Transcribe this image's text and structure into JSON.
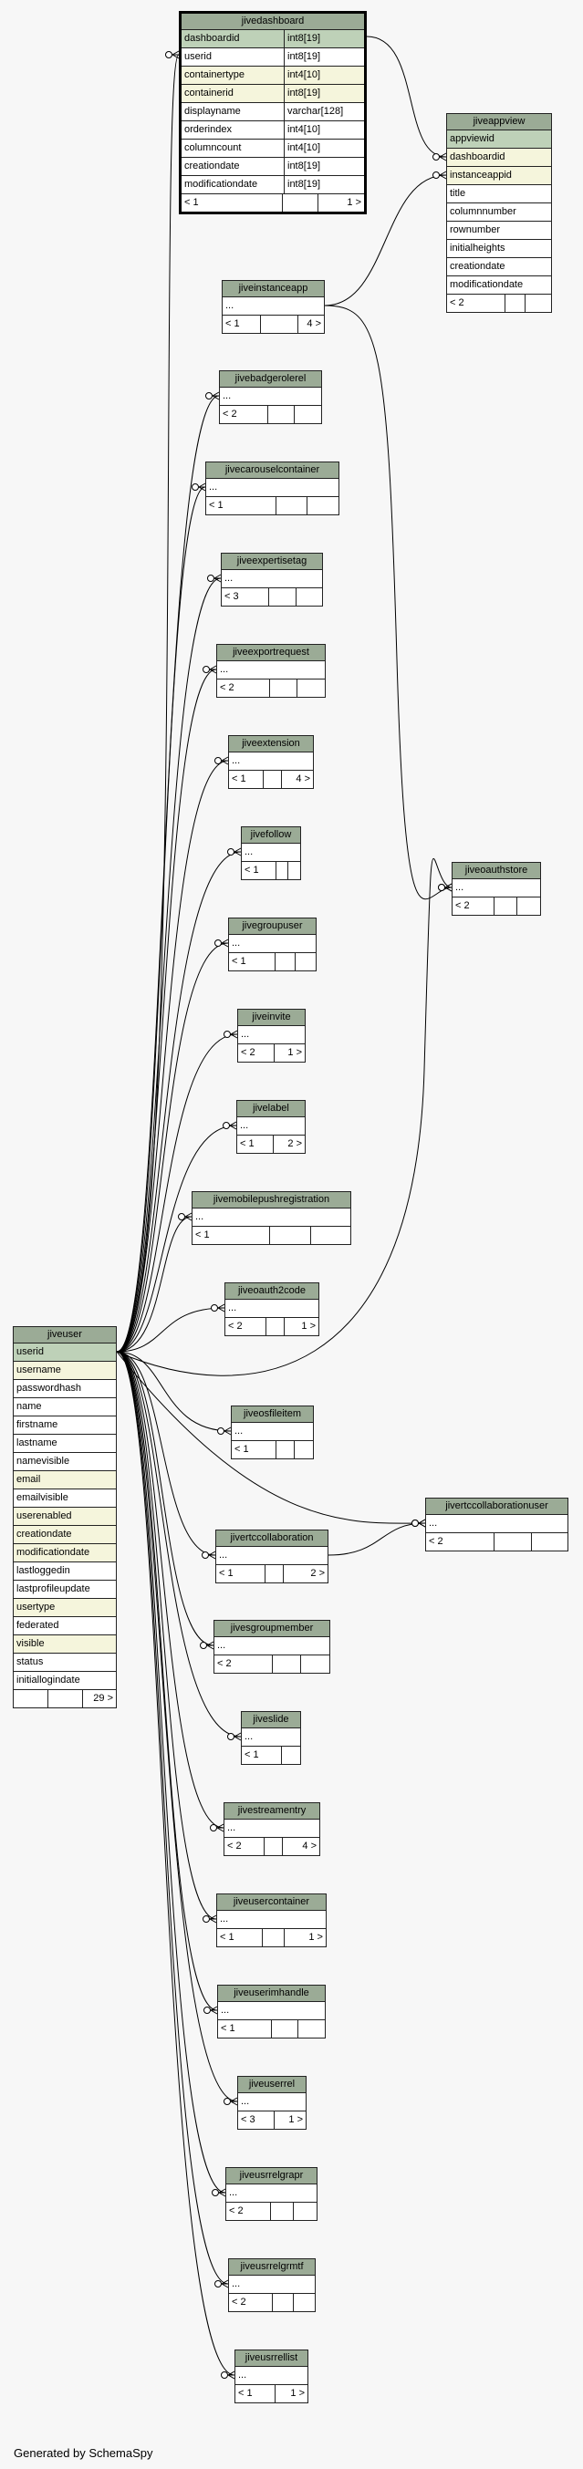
{
  "footer": "Generated by SchemaSpy",
  "tables": {
    "jivedashboard": {
      "name": "jivedashboard",
      "columns": [
        {
          "name": "dashboardid",
          "type": "int8[19]",
          "kind": "pk"
        },
        {
          "name": "userid",
          "type": "int8[19]",
          "kind": ""
        },
        {
          "name": "containertype",
          "type": "int4[10]",
          "kind": "idx"
        },
        {
          "name": "containerid",
          "type": "int8[19]",
          "kind": "idx"
        },
        {
          "name": "displayname",
          "type": "varchar[128]",
          "kind": ""
        },
        {
          "name": "orderindex",
          "type": "int4[10]",
          "kind": ""
        },
        {
          "name": "columncount",
          "type": "int4[10]",
          "kind": ""
        },
        {
          "name": "creationdate",
          "type": "int8[19]",
          "kind": ""
        },
        {
          "name": "modificationdate",
          "type": "int8[19]",
          "kind": ""
        }
      ],
      "footer": [
        "< 1",
        "",
        "1 >"
      ]
    },
    "jiveappview": {
      "name": "jiveappview",
      "columns": [
        {
          "name": "appviewid",
          "kind": "pk"
        },
        {
          "name": "dashboardid",
          "kind": "idx"
        },
        {
          "name": "instanceappid",
          "kind": "idx"
        },
        {
          "name": "title",
          "kind": ""
        },
        {
          "name": "columnnumber",
          "kind": ""
        },
        {
          "name": "rownumber",
          "kind": ""
        },
        {
          "name": "initialheights",
          "kind": ""
        },
        {
          "name": "creationdate",
          "kind": ""
        },
        {
          "name": "modificationdate",
          "kind": ""
        }
      ],
      "footer": [
        "< 2",
        "",
        ""
      ]
    },
    "jiveinstanceapp": {
      "name": "jiveinstanceapp",
      "columns": [
        {
          "name": "..."
        }
      ],
      "footer": [
        "< 1",
        "",
        "4 >"
      ]
    },
    "jivebadgerolerel": {
      "name": "jivebadgerolerel",
      "columns": [
        {
          "name": "..."
        }
      ],
      "footer": [
        "< 2",
        "",
        ""
      ]
    },
    "jivecarouselcontainer": {
      "name": "jivecarouselcontainer",
      "columns": [
        {
          "name": "..."
        }
      ],
      "footer": [
        "< 1",
        "",
        ""
      ]
    },
    "jiveexpertisetag": {
      "name": "jiveexpertisetag",
      "columns": [
        {
          "name": "..."
        }
      ],
      "footer": [
        "< 3",
        "",
        ""
      ]
    },
    "jiveexportrequest": {
      "name": "jiveexportrequest",
      "columns": [
        {
          "name": "..."
        }
      ],
      "footer": [
        "< 2",
        "",
        ""
      ]
    },
    "jiveextension": {
      "name": "jiveextension",
      "columns": [
        {
          "name": "..."
        }
      ],
      "footer": [
        "< 1",
        "",
        "4 >"
      ]
    },
    "jivefollow": {
      "name": "jivefollow",
      "columns": [
        {
          "name": "..."
        }
      ],
      "footer": [
        "< 1",
        "",
        ""
      ]
    },
    "jivegroupuser": {
      "name": "jivegroupuser",
      "columns": [
        {
          "name": "..."
        }
      ],
      "footer": [
        "< 1",
        "",
        ""
      ]
    },
    "jiveinvite": {
      "name": "jiveinvite",
      "columns": [
        {
          "name": "..."
        }
      ],
      "footer": [
        "< 2",
        "1 >"
      ]
    },
    "jivelabel": {
      "name": "jivelabel",
      "columns": [
        {
          "name": "..."
        }
      ],
      "footer": [
        "< 1",
        "2 >"
      ]
    },
    "jivemobilepushregistration": {
      "name": "jivemobilepushregistration",
      "columns": [
        {
          "name": "..."
        }
      ],
      "footer": [
        "< 1",
        "",
        ""
      ]
    },
    "jiveoauth2code": {
      "name": "jiveoauth2code",
      "columns": [
        {
          "name": "..."
        }
      ],
      "footer": [
        "< 2",
        "",
        "1 >"
      ]
    },
    "jiveoauthstore": {
      "name": "jiveoauthstore",
      "columns": [
        {
          "name": "..."
        }
      ],
      "footer": [
        "< 2",
        "",
        ""
      ]
    },
    "jiveosfileitem": {
      "name": "jiveosfileitem",
      "columns": [
        {
          "name": "..."
        }
      ],
      "footer": [
        "< 1",
        "",
        ""
      ]
    },
    "jivertccollaboration": {
      "name": "jivertccollaboration",
      "columns": [
        {
          "name": "..."
        }
      ],
      "footer": [
        "< 1",
        "",
        "2 >"
      ]
    },
    "jivertccollaborationuser": {
      "name": "jivertccollaborationuser",
      "columns": [
        {
          "name": "..."
        }
      ],
      "footer": [
        "< 2",
        "",
        ""
      ]
    },
    "jivesgroupmember": {
      "name": "jivesgroupmember",
      "columns": [
        {
          "name": "..."
        }
      ],
      "footer": [
        "< 2",
        "",
        ""
      ]
    },
    "jiveslide": {
      "name": "jiveslide",
      "columns": [
        {
          "name": "..."
        }
      ],
      "footer": [
        "< 1",
        ""
      ]
    },
    "jivestreamentry": {
      "name": "jivestreamentry",
      "columns": [
        {
          "name": "..."
        }
      ],
      "footer": [
        "< 2",
        "",
        "4 >"
      ]
    },
    "jiveusercontainer": {
      "name": "jiveusercontainer",
      "columns": [
        {
          "name": "..."
        }
      ],
      "footer": [
        "< 1",
        "",
        "1 >"
      ]
    },
    "jiveuserimhandle": {
      "name": "jiveuserimhandle",
      "columns": [
        {
          "name": "..."
        }
      ],
      "footer": [
        "< 1",
        "",
        ""
      ]
    },
    "jiveuserrel": {
      "name": "jiveuserrel",
      "columns": [
        {
          "name": "..."
        }
      ],
      "footer": [
        "< 3",
        "1 >"
      ]
    },
    "jiveusrrelgrapr": {
      "name": "jiveusrrelgrapr",
      "columns": [
        {
          "name": "..."
        }
      ],
      "footer": [
        "< 2",
        "",
        ""
      ]
    },
    "jiveusrrelgrmtf": {
      "name": "jiveusrrelgrmtf",
      "columns": [
        {
          "name": "..."
        }
      ],
      "footer": [
        "< 2",
        "",
        ""
      ]
    },
    "jiveusrrellist": {
      "name": "jiveusrrellist",
      "columns": [
        {
          "name": "..."
        }
      ],
      "footer": [
        "< 1",
        "1 >"
      ]
    },
    "jiveuser": {
      "name": "jiveuser",
      "columns": [
        {
          "name": "userid",
          "kind": "pk"
        },
        {
          "name": "username",
          "kind": "idx"
        },
        {
          "name": "passwordhash",
          "kind": ""
        },
        {
          "name": "name",
          "kind": ""
        },
        {
          "name": "firstname",
          "kind": ""
        },
        {
          "name": "lastname",
          "kind": ""
        },
        {
          "name": "namevisible",
          "kind": ""
        },
        {
          "name": "email",
          "kind": "idx"
        },
        {
          "name": "emailvisible",
          "kind": ""
        },
        {
          "name": "userenabled",
          "kind": "idx"
        },
        {
          "name": "creationdate",
          "kind": "idx"
        },
        {
          "name": "modificationdate",
          "kind": "idx"
        },
        {
          "name": "lastloggedin",
          "kind": ""
        },
        {
          "name": "lastprofileupdate",
          "kind": ""
        },
        {
          "name": "usertype",
          "kind": "idx"
        },
        {
          "name": "federated",
          "kind": ""
        },
        {
          "name": "visible",
          "kind": "idx"
        },
        {
          "name": "status",
          "kind": ""
        },
        {
          "name": "initiallogindate",
          "kind": ""
        }
      ],
      "footer": [
        "",
        "",
        "29 >"
      ]
    }
  },
  "colors": {
    "header": "#9bab96",
    "primary_key": "#bed1b8",
    "indexed": "#f5f5dc",
    "background": "#f7f7f7"
  }
}
